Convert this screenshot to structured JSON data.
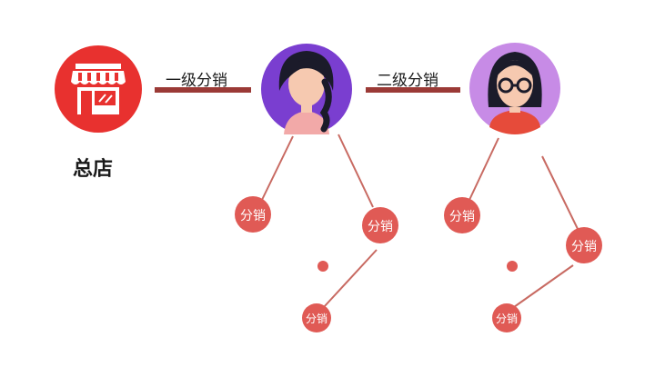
{
  "headquarters": {
    "label": "总店",
    "icon": "storefront-icon",
    "color": "#e8312f"
  },
  "tiers": {
    "level1": "一级分销",
    "level2": "二级分销"
  },
  "distributors": [
    {
      "name": "distributor-woman-purple",
      "icon": "woman-braid-avatar-icon",
      "bg": "#7a3ed0"
    },
    {
      "name": "distributor-woman-glasses",
      "icon": "woman-glasses-avatar-icon",
      "bg": "#c78be6"
    }
  ],
  "node_label": "分销",
  "colors": {
    "connector": "#9b3a36",
    "branch": "#c86a62",
    "node": "#e05a55"
  }
}
